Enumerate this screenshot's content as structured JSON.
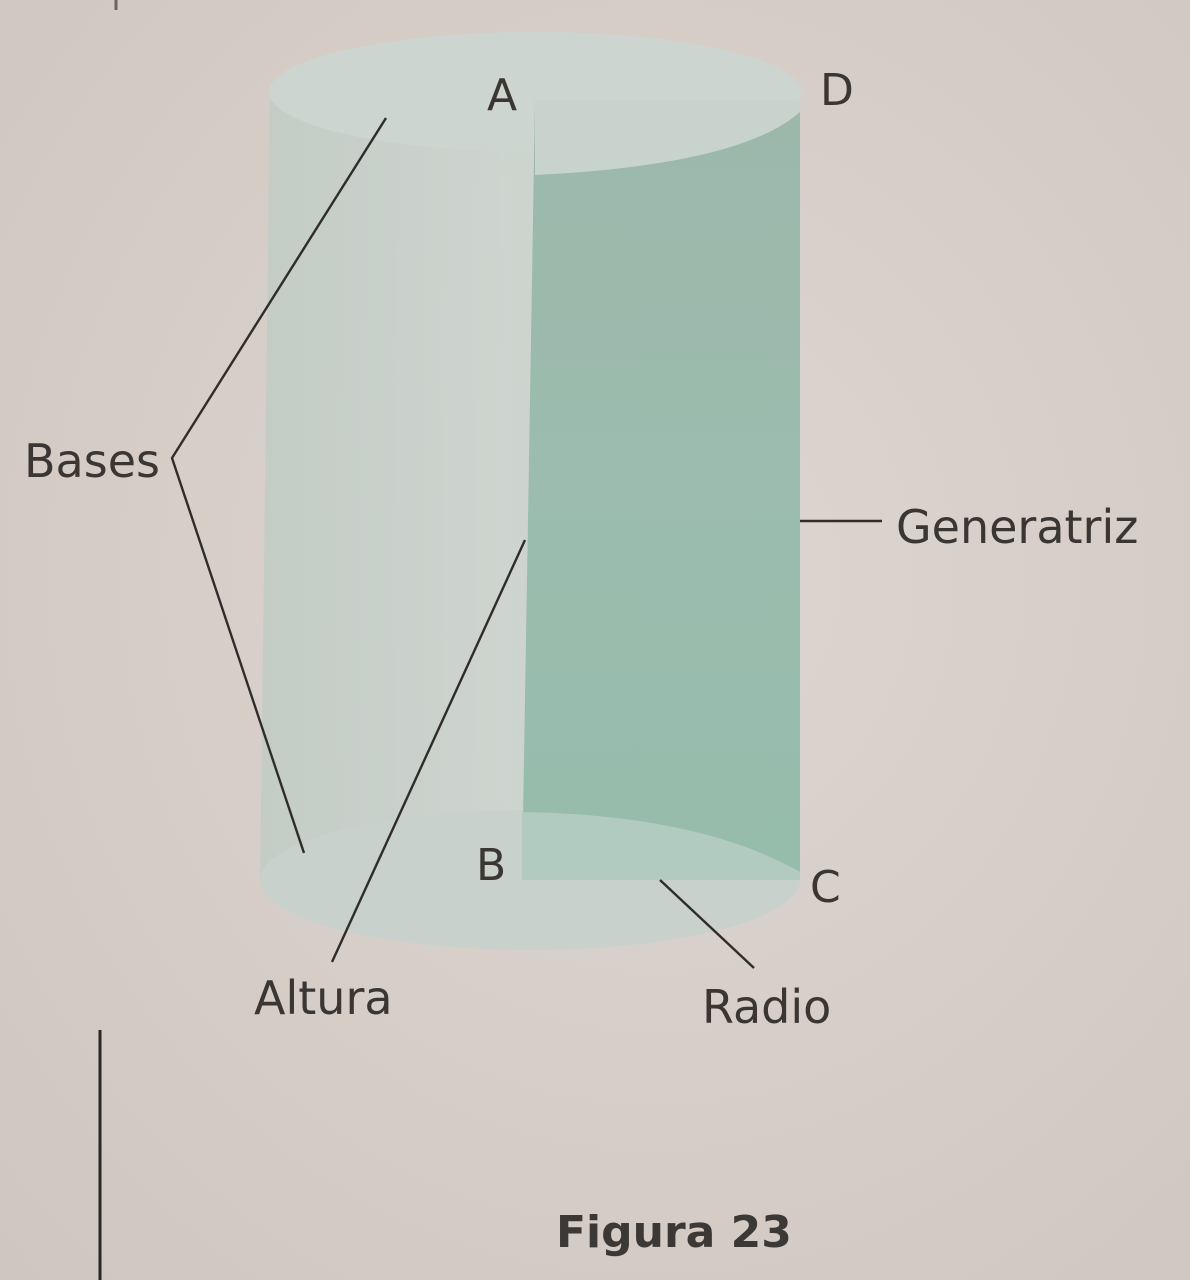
{
  "figure": {
    "points": {
      "A": "A",
      "B": "B",
      "C": "C",
      "D": "D"
    },
    "labels": {
      "bases": "Bases",
      "generatriz": "Generatriz",
      "altura": "Altura",
      "radio": "Radio"
    },
    "caption": "Figura 23",
    "colors": {
      "cylinder_body": "#c9d0ca",
      "cylinder_shade": "#bfc9c3",
      "rectangle_fill": "#98b9ab",
      "base_ellipse": "#c5cfca",
      "leader_line": "#2f2c2a",
      "text": "#3a3633"
    }
  }
}
